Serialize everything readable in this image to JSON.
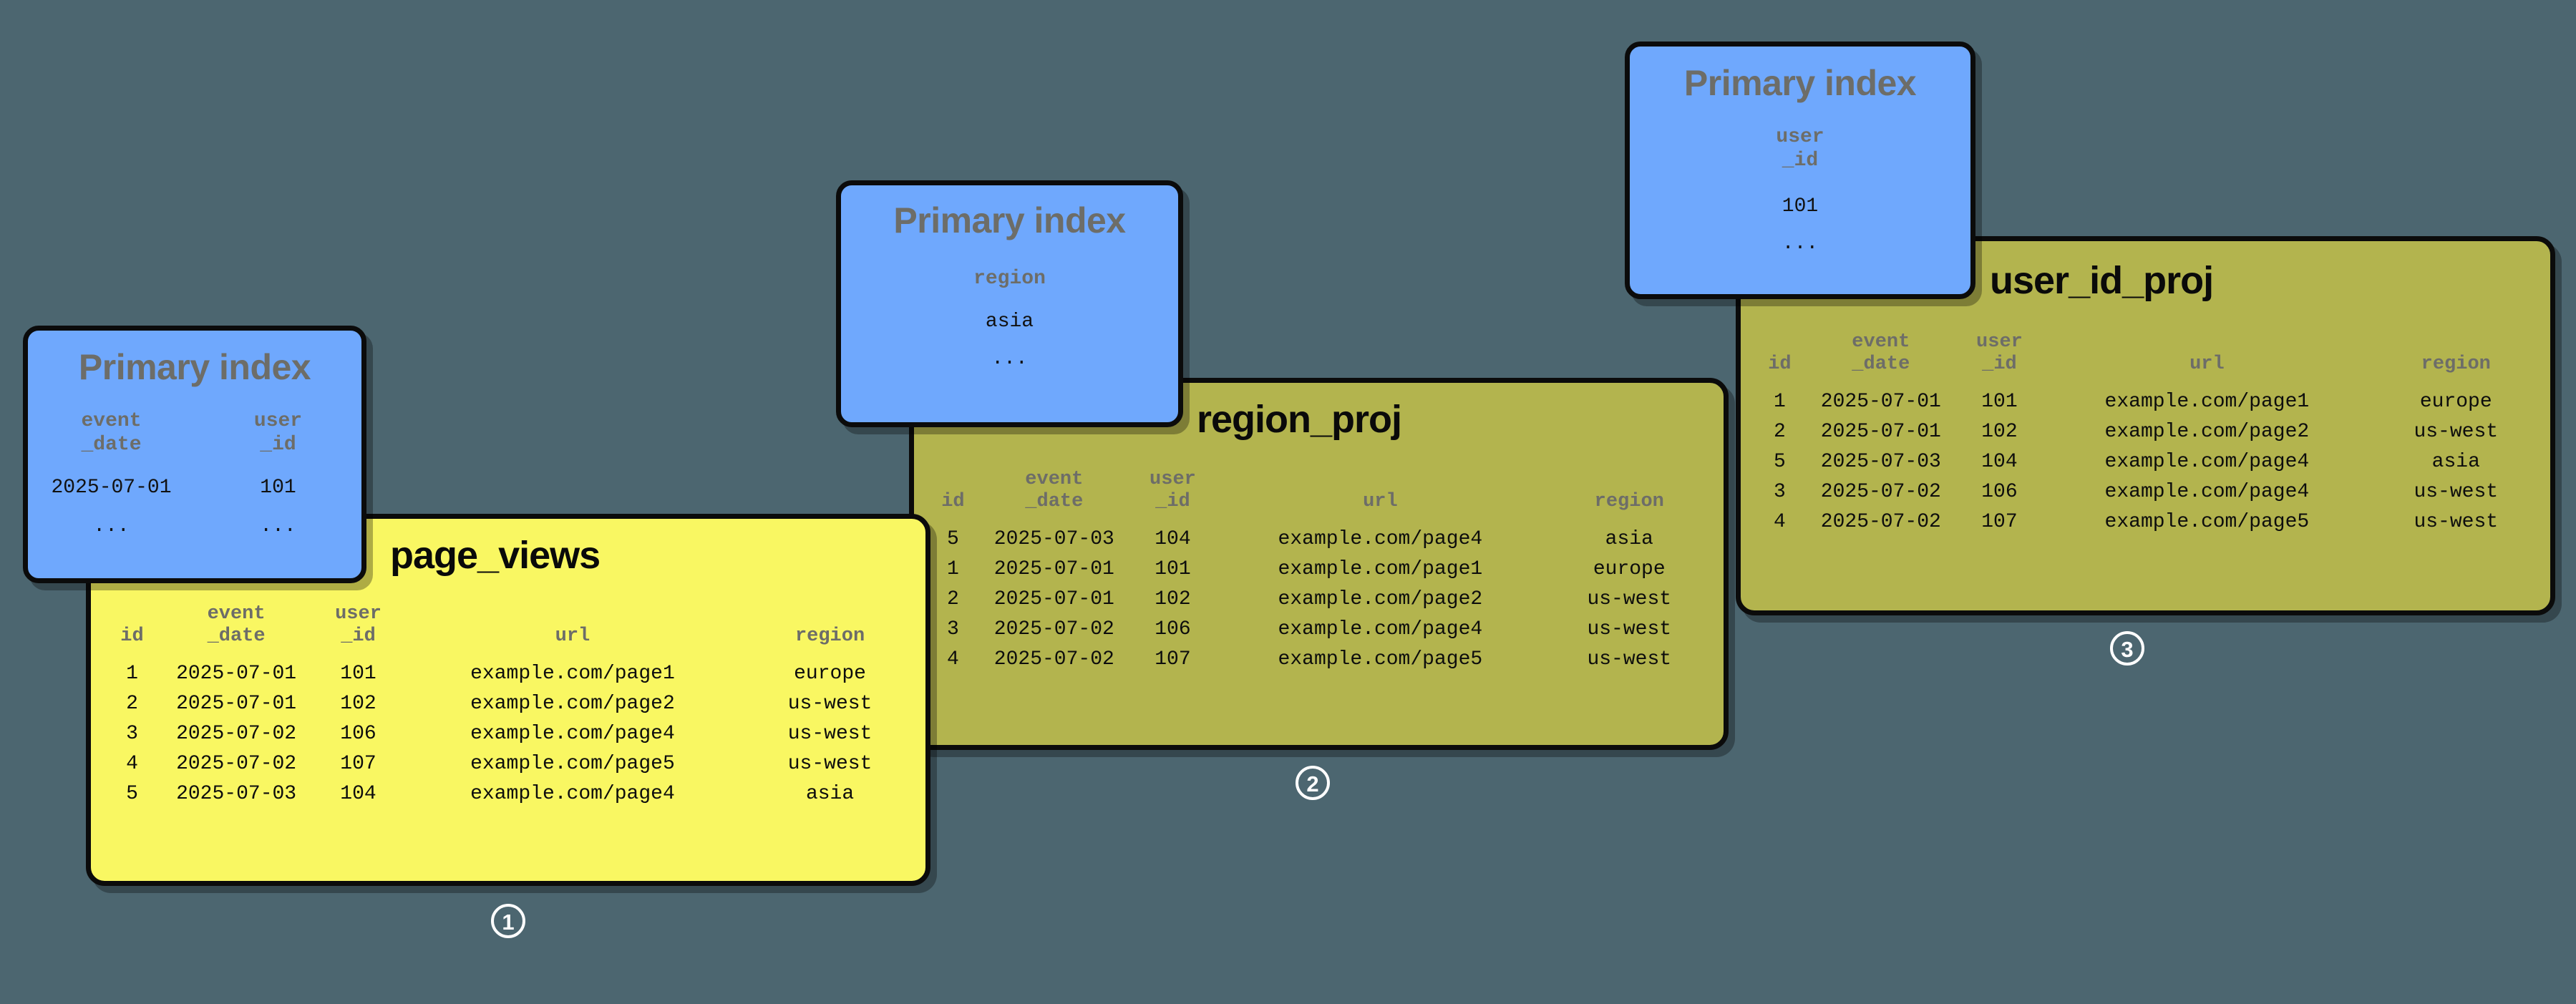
{
  "background_color": "#4c6670",
  "palette": {
    "primary_index_card": "#6fa8fd",
    "base_table_card": "#f9f762",
    "projection_card": "#b3b44e",
    "card_border": "#0b0b0b",
    "header_text": "#6d6d68",
    "badge_color": "#ffffff"
  },
  "columns": {
    "id": "id",
    "event_date": "event\n_date",
    "user_id": "user\n_id",
    "url": "url",
    "region": "region"
  },
  "primary_indexes": [
    {
      "title": "Primary index",
      "columns": [
        "event\n_date",
        "user\n_id"
      ],
      "values": [
        "2025-07-01",
        "101"
      ],
      "ellipsis": [
        "...",
        "..."
      ]
    },
    {
      "title": "Primary index",
      "columns": [
        "region"
      ],
      "values": [
        "asia"
      ],
      "ellipsis": [
        "..."
      ]
    },
    {
      "title": "Primary index",
      "columns": [
        "user\n_id"
      ],
      "values": [
        "101"
      ],
      "ellipsis": [
        "..."
      ]
    }
  ],
  "tables": [
    {
      "name": "page_views",
      "kind": "base-table",
      "badge": "1",
      "headers": [
        "id",
        "event\n_date",
        "user\n_id",
        "url",
        "region"
      ],
      "rows": [
        [
          "1",
          "2025-07-01",
          "101",
          "example.com/page1",
          "europe"
        ],
        [
          "2",
          "2025-07-01",
          "102",
          "example.com/page2",
          "us-west"
        ],
        [
          "3",
          "2025-07-02",
          "106",
          "example.com/page4",
          "us-west"
        ],
        [
          "4",
          "2025-07-02",
          "107",
          "example.com/page5",
          "us-west"
        ],
        [
          "5",
          "2025-07-03",
          "104",
          "example.com/page4",
          "asia"
        ]
      ]
    },
    {
      "name": "region_proj",
      "kind": "projection",
      "badge": "2",
      "headers": [
        "id",
        "event\n_date",
        "user\n_id",
        "url",
        "region"
      ],
      "rows": [
        [
          "5",
          "2025-07-03",
          "104",
          "example.com/page4",
          "asia"
        ],
        [
          "1",
          "2025-07-01",
          "101",
          "example.com/page1",
          "europe"
        ],
        [
          "2",
          "2025-07-01",
          "102",
          "example.com/page2",
          "us-west"
        ],
        [
          "3",
          "2025-07-02",
          "106",
          "example.com/page4",
          "us-west"
        ],
        [
          "4",
          "2025-07-02",
          "107",
          "example.com/page5",
          "us-west"
        ]
      ]
    },
    {
      "name": "user_id_proj",
      "kind": "projection",
      "badge": "3",
      "headers": [
        "id",
        "event\n_date",
        "user\n_id",
        "url",
        "region"
      ],
      "rows": [
        [
          "1",
          "2025-07-01",
          "101",
          "example.com/page1",
          "europe"
        ],
        [
          "2",
          "2025-07-01",
          "102",
          "example.com/page2",
          "us-west"
        ],
        [
          "5",
          "2025-07-03",
          "104",
          "example.com/page4",
          "asia"
        ],
        [
          "3",
          "2025-07-02",
          "106",
          "example.com/page4",
          "us-west"
        ],
        [
          "4",
          "2025-07-02",
          "107",
          "example.com/page5",
          "us-west"
        ]
      ]
    }
  ]
}
